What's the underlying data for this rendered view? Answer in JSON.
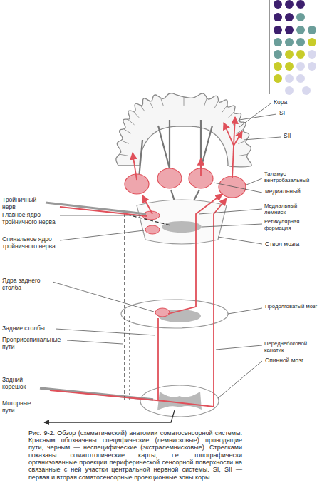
{
  "diagram": {
    "caption": "Рис. 9-2. Обзор (схематический) анатомии соматосенсорной системы. Красным обозначены специфические (лемнисковые) проводящие пути, черным — неспецифические (экстралемнисковые). Стрелками показаны соматотопические карты, т.е. топографически организованные проекции периферической сенсорной поверхности на связанные с ней участки центральной нервной системы. SI, SII — первая и вторая соматосенсорные проекционные зоны коры.",
    "labels": [
      "Кора",
      "SI",
      "SII",
      "Таламус вентробазальный",
      "медиальный",
      "Тройничный нерв",
      "Медиальный лемниск",
      "Главное ядро тройничного нерва",
      "Ретикулярная формация",
      "Спинальное ядро тройничного нерва",
      "Ствол мозга",
      "Ядра заднего столба",
      "Продолговатый мозг",
      "Задние столбы",
      "Проприоспинальные пути",
      "Переднебоковой канатик",
      "Задний корешок",
      "Спинной мозг",
      "Моторные пути"
    ]
  }
}
